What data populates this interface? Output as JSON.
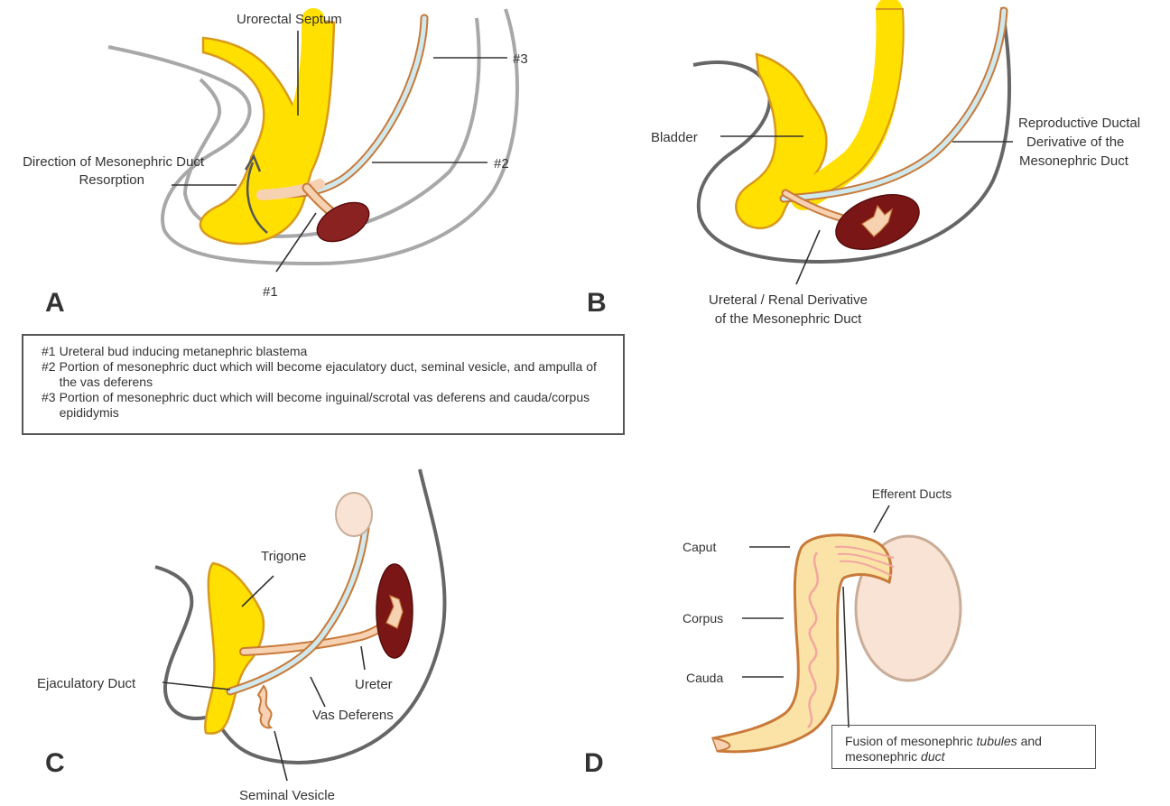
{
  "legend": {
    "items": [
      {
        "key": "#1",
        "text": "Ureteral bud inducing metanephric blastema"
      },
      {
        "key": "#2",
        "text": "Portion of mesonephric duct which will become ejaculatory duct, seminal vesicle, and ampulla of the vas deferens"
      },
      {
        "key": "#3",
        "text": "Portion of mesonephric duct which will become inguinal/scrotal vas deferens and cauda/corpus epididymis"
      }
    ]
  },
  "panel_a": {
    "letter": "A",
    "urorectal_septum": "Urorectal Septum",
    "marker_3": "#3",
    "marker_2": "#2",
    "marker_1": "#1",
    "direction_line1": "Direction of Mesonephric Duct",
    "direction_line2": "Resorption"
  },
  "panel_b": {
    "letter": "B",
    "bladder": "Bladder",
    "reproductive_line1": "Reproductive Ductal",
    "reproductive_line2": "Derivative of the",
    "reproductive_line3": "Mesonephric Duct",
    "ureteral_line1": "Ureteral / Renal Derivative",
    "ureteral_line2": "of the Mesonephric Duct"
  },
  "panel_c": {
    "letter": "C",
    "trigone": "Trigone",
    "ejaculatory_duct": "Ejaculatory Duct",
    "ureter": "Ureter",
    "vas_deferens": "Vas Deferens",
    "seminal_vesicle": "Seminal Vesicle"
  },
  "panel_d": {
    "letter": "D",
    "efferent_ducts": "Efferent Ducts",
    "caput": "Caput",
    "corpus": "Corpus",
    "cauda": "Cauda",
    "fusion_pre1": "Fusion of mesonephric ",
    "fusion_em1": "tubules",
    "fusion_post1": " and",
    "fusion_pre2": "mesonephric ",
    "fusion_em2": "duct"
  },
  "colors": {
    "bladder_yellow": "#ffe000",
    "bladder_outline": "#d89a1c",
    "duct_peach": "#f7d2b2",
    "duct_outline": "#c87a3a",
    "vas_blue": "#cfe9ee",
    "kidney": "#7a1616",
    "kidney_dark": "#5a0d0d",
    "body_outline": "#5e5e5e",
    "body_outline_light": "#a8a8a8",
    "testis_fill": "#f9e3d4",
    "testis_outline": "#c9ad98"
  }
}
